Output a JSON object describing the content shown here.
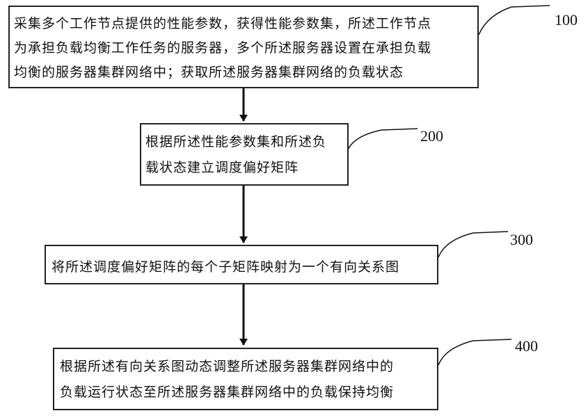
{
  "steps": [
    {
      "label": "100",
      "lines": [
        "采集多个工作节点提供的性能参数，获得性能参数集，所述工作节点",
        "为承担负载均衡工作任务的服务器，多个所述服务器设置在承担负载",
        "均衡的服务器集群网络中；获取所述服务器集群网络的负载状态"
      ]
    },
    {
      "label": "200",
      "lines": [
        "根据所述性能参数集和所述负",
        "载状态建立调度偏好矩阵"
      ]
    },
    {
      "label": "300",
      "lines": [
        "将所述调度偏好矩阵的每个子矩阵映射为一个有向关系图"
      ]
    },
    {
      "label": "400",
      "lines": [
        "根据所述有向关系图动态调整所述服务器集群网络中的",
        "负载运行状态至所述服务器集群网络中的负载保持均衡"
      ]
    }
  ]
}
